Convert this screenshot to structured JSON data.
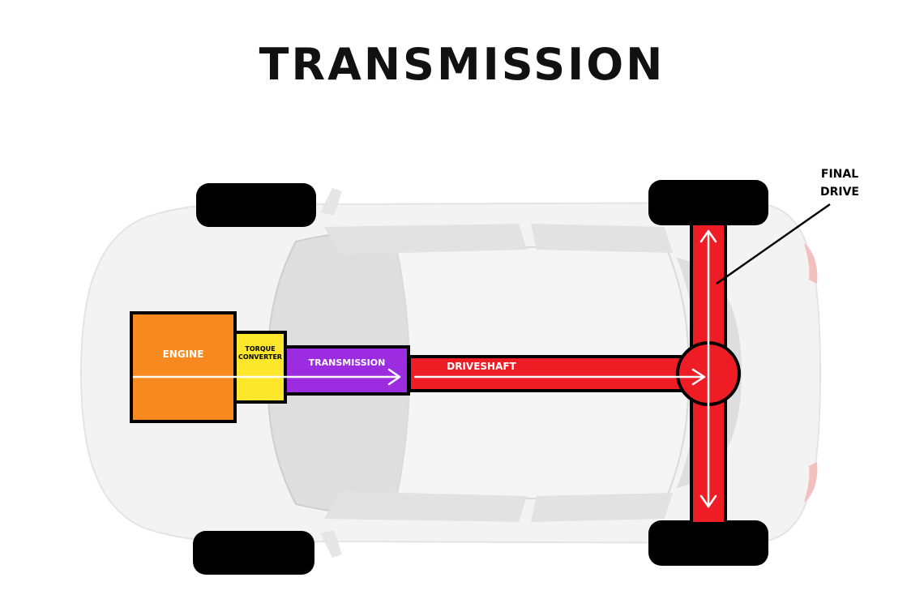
{
  "title": "TRANSMISSION",
  "labels": {
    "engine": "ENGINE",
    "torque_line1": "TORQUE",
    "torque_line2": "CONVERTER",
    "transmission": "TRANSMISSION",
    "driveshaft": "DRIVESHAFT",
    "final_drive_line1": "FINAL",
    "final_drive_line2": "DRIVE"
  },
  "colors": {
    "engine": "#f7891f",
    "torque_converter": "#fce72c",
    "transmission": "#9b2ce0",
    "drivetrain": "#ee1c25",
    "tire": "#000000",
    "outline": "#000000",
    "car_body": "#f3f3f3",
    "car_glass": "#dcdcdc"
  },
  "icons": {
    "flow_arrow": "arrow-right-icon",
    "axle_arrow": "arrow-up-down-icon"
  }
}
